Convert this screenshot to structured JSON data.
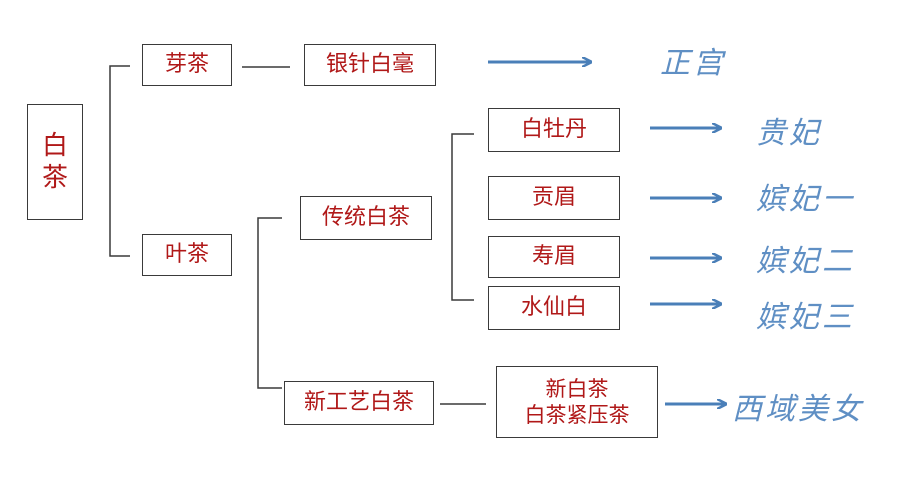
{
  "root": {
    "label_line1": "白",
    "label_line2": "茶"
  },
  "categories": {
    "bud_tea": "芽茶",
    "leaf_tea": "叶茶"
  },
  "subcategories": {
    "traditional": "传统白茶",
    "new_process": "新工艺白茶"
  },
  "products": {
    "silver_needle": "银针白毫",
    "bai_mudan": "白牡丹",
    "gongmei": "贡眉",
    "shoumei": "寿眉",
    "shuixian_bai": "水仙白",
    "new_white_line1": "新白茶",
    "new_white_line2": "白茶紧压茶"
  },
  "ranks": {
    "silver_needle": "正宫",
    "bai_mudan": "贵妃",
    "gongmei": "嫔妃一",
    "shoumei": "嫔妃二",
    "shuixian_bai": "嫔妃三",
    "new_white": "西域美女"
  },
  "colors": {
    "box_text": "#b01818",
    "arrow": "#4a7fb8",
    "rank_text": "#5f8fc4",
    "line": "#3a3a3a"
  }
}
